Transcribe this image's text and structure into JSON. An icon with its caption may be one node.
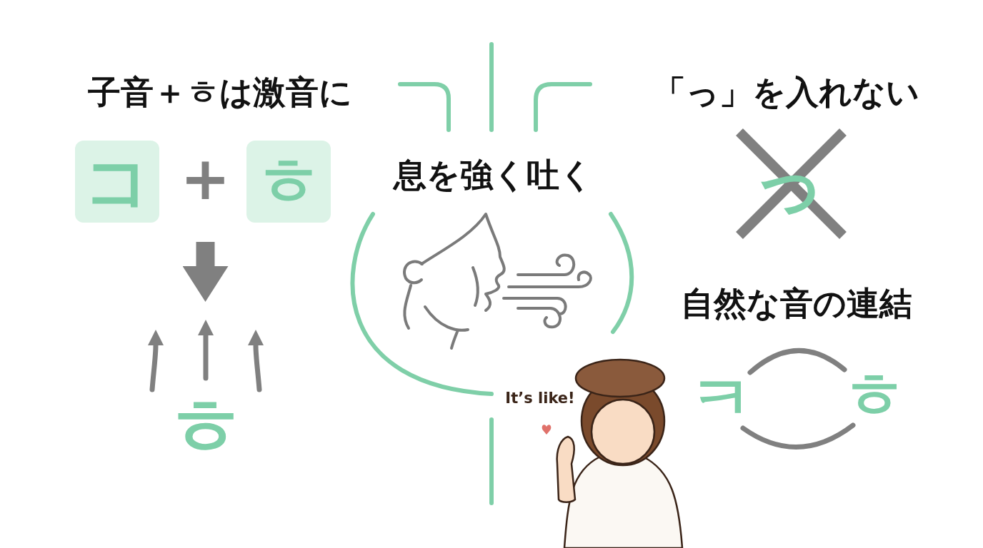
{
  "diagram": {
    "nodes": [
      {
        "text": [
          "コ"
        ]
      },
      {
        "text": [
          "ㅎ"
        ]
      },
      {
        "text": [
          "ㅎ"
        ]
      },
      {
        "text": [
          "ㅋ"
        ]
      },
      {
        "text": [
          "ㅎ"
        ]
      }
    ],
    "edges": [
      {
        "from": null,
        "to": 2,
        "arrow": "to",
        "style": "thick"
      },
      {
        "from": 3,
        "to": 4,
        "arrow": "none"
      },
      {
        "from": 3,
        "to": 4,
        "arrow": "none"
      }
    ],
    "labels": [
      "子音＋ㅎは激音に",
      "「っ」を入れない",
      "息を強く吐く",
      "+",
      "っ",
      "自然な音の連結",
      "It’s like!"
    ]
  }
}
